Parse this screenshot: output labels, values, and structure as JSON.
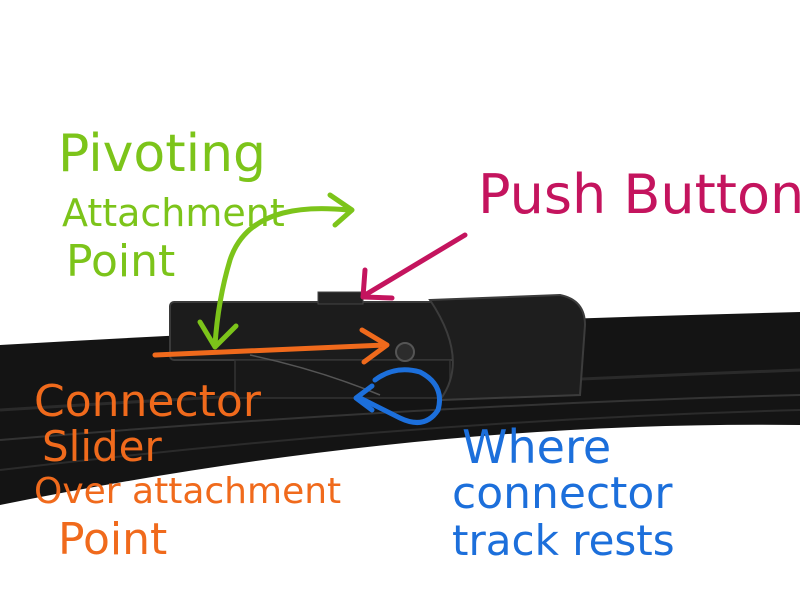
{
  "colors": {
    "pivoting": "#7cc41a",
    "push_button": "#c4145e",
    "connector_slider": "#f06a1c",
    "track_rests": "#1c6fdb",
    "blade": "#141414"
  },
  "annotations": {
    "pivoting": [
      "Pivoting",
      "Attachment",
      "Point"
    ],
    "push_button": [
      "Push Button"
    ],
    "connector_slider": [
      "Connector",
      "Slider",
      "Over attachment",
      "Point"
    ],
    "track_rests": [
      "Where",
      "connector",
      "track rests"
    ]
  }
}
